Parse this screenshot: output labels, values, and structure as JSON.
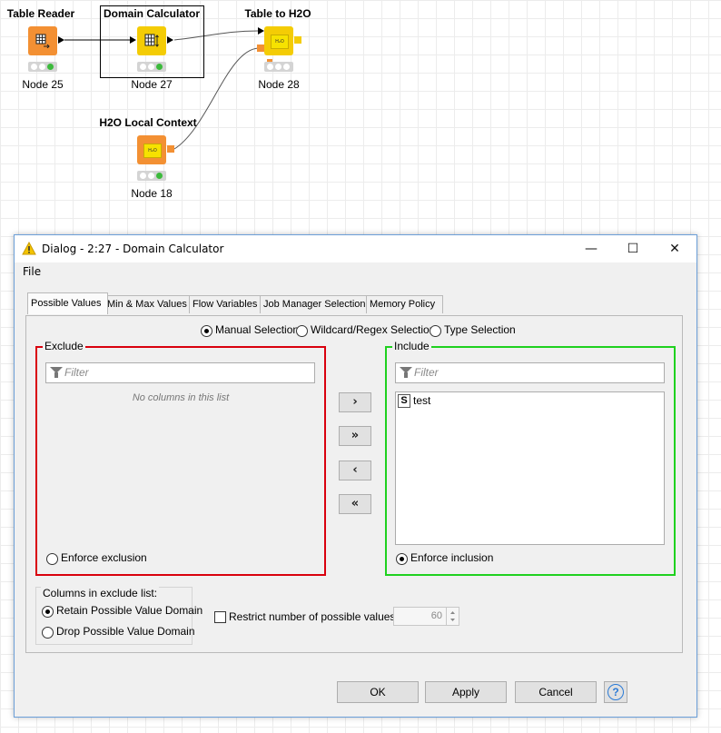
{
  "workflow": {
    "nodes": [
      {
        "id": "table-reader",
        "title": "Table Reader",
        "label": "Node 25",
        "color": "#f39033",
        "status": "green"
      },
      {
        "id": "domain-calculator",
        "title": "Domain Calculator",
        "label": "Node 27",
        "color": "#f4cc05",
        "status": "green"
      },
      {
        "id": "table-to-h2o",
        "title": "Table to H2O",
        "label": "Node 28",
        "color": "#f4cc05",
        "status": "grey"
      },
      {
        "id": "h2o-local-context",
        "title": "H2O Local Context",
        "label": "Node 18",
        "color": "#f39033",
        "status": "green"
      }
    ],
    "h2o_glyph": "H₂O"
  },
  "dialog": {
    "title": "Dialog - 2:27 - Domain Calculator",
    "window_controls": {
      "minimize": "—",
      "maximize": "☐",
      "close": "✕"
    },
    "menu": {
      "file": "File"
    },
    "tabs": [
      "Possible Values",
      "Min & Max Values",
      "Flow Variables",
      "Job Manager Selection",
      "Memory Policy"
    ],
    "active_tab": "Possible Values",
    "selection_mode": {
      "options": [
        "Manual Selection",
        "Wildcard/Regex Selection",
        "Type Selection"
      ],
      "selected": "Manual Selection"
    },
    "exclude": {
      "title": "Exclude",
      "filter_placeholder": "Filter",
      "empty_text": "No columns in this list",
      "enforce_label": "Enforce exclusion",
      "enforce_selected": false,
      "border_color": "#d9000d"
    },
    "include": {
      "title": "Include",
      "filter_placeholder": "Filter",
      "columns": [
        {
          "type": "S",
          "name": "test"
        }
      ],
      "enforce_label": "Enforce inclusion",
      "enforce_selected": true,
      "border_color": "#1fd11f"
    },
    "move_buttons": {
      "add": "›",
      "add_all": "»",
      "remove": "‹",
      "remove_all": "«"
    },
    "exclude_columns_group": {
      "title": "Columns in exclude list:",
      "options": [
        "Retain Possible Value Domain",
        "Drop Possible Value Domain"
      ],
      "selected": "Retain Possible Value Domain"
    },
    "restrict": {
      "label": "Restrict number of possible values:",
      "checked": false,
      "value": "60"
    },
    "buttons": {
      "ok": "OK",
      "apply": "Apply",
      "cancel": "Cancel",
      "help": "?"
    }
  }
}
